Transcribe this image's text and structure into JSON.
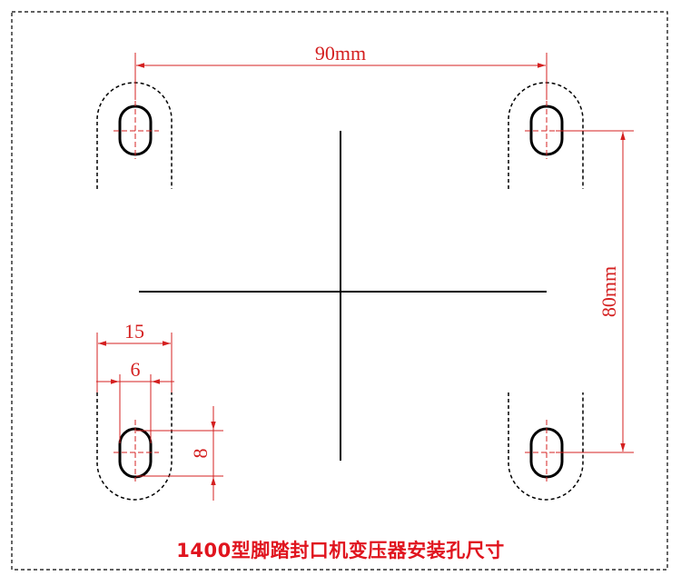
{
  "dimensions": {
    "horizontal_spacing": "90mm",
    "vertical_spacing": "80mm",
    "slot_outer_width": "15",
    "slot_inner_width": "6",
    "slot_length": "8"
  },
  "caption": "1400型脚踏封口机变压器安装孔尺寸",
  "colors": {
    "dimension": "#d42020",
    "outline": "#000000",
    "caption": "#e0141e"
  }
}
